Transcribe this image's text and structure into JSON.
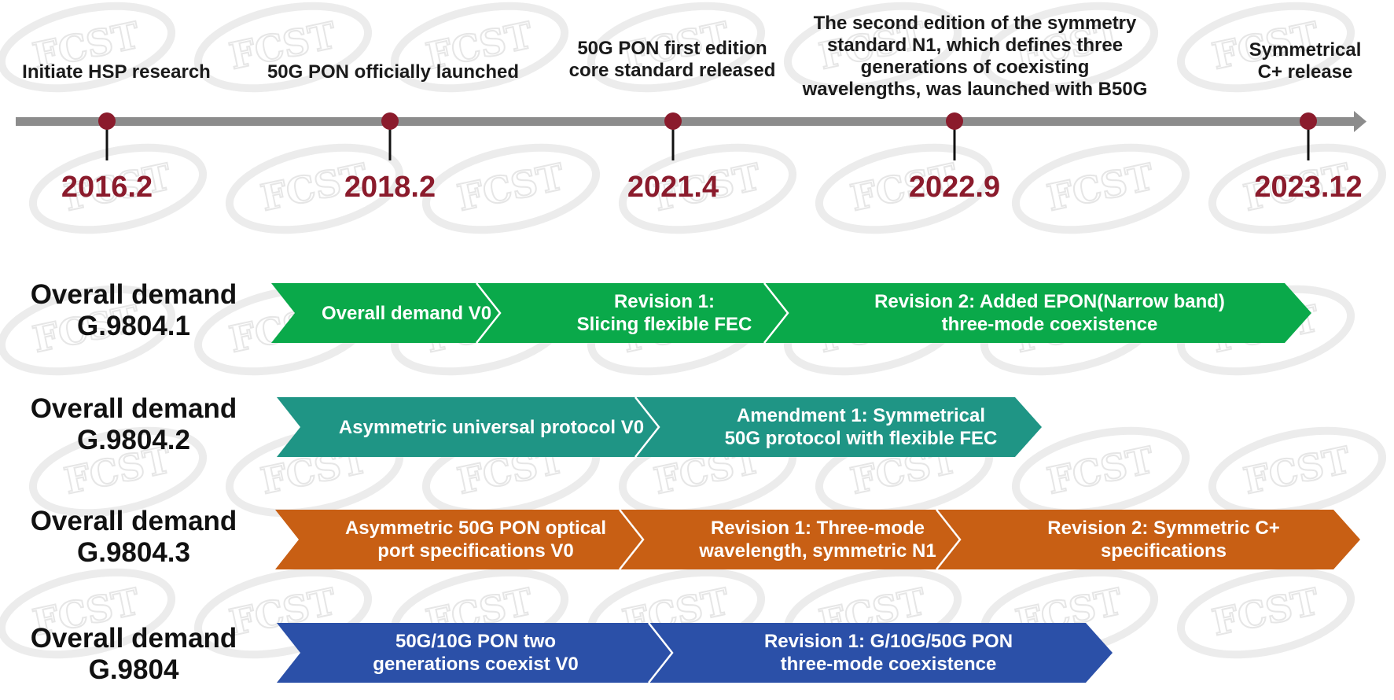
{
  "timeline": {
    "events": [
      {
        "year": "2016.2",
        "label": "Initiate HSP research"
      },
      {
        "year": "2018.2",
        "label": "50G PON officially launched"
      },
      {
        "year": "2021.4",
        "label": "50G PON first edition\ncore standard released"
      },
      {
        "year": "2022.9",
        "label": "The second edition of the symmetry\nstandard N1, which defines three\ngenerations of coexisting\nwavelengths, was launched with B50G"
      },
      {
        "year": "2023.12",
        "label": "Symmetrical\nC+ release"
      }
    ]
  },
  "rows": [
    {
      "title_line1": "Overall demand",
      "title_line2": "G.9804.1",
      "color": "#0aa94a",
      "segments": [
        "Overall demand V0",
        "Revision 1:\nSlicing flexible FEC",
        "Revision 2: Added EPON(Narrow band)\nthree-mode coexistence"
      ]
    },
    {
      "title_line1": "Overall demand",
      "title_line2": "G.9804.2",
      "color": "#1f9585",
      "segments": [
        "Asymmetric universal protocol V0",
        "Amendment 1: Symmetrical\n50G protocol with flexible FEC"
      ]
    },
    {
      "title_line1": "Overall demand",
      "title_line2": "G.9804.3",
      "color": "#c85f14",
      "segments": [
        "Asymmetric 50G PON optical\nport specifications V0",
        "Revision 1: Three-mode\nwavelength, symmetric N1",
        "Revision 2: Symmetric C+\nspecifications"
      ]
    },
    {
      "title_line1": "Overall demand",
      "title_line2": "G.9804",
      "color": "#2b50a8",
      "segments": [
        "50G/10G PON two\ngenerations coexist V0",
        "Revision 1: G/10G/50G PON\nthree-mode coexistence"
      ]
    }
  ],
  "watermark": "FCST",
  "colors": {
    "axis": "#8c8c8c",
    "milestone": "#8b1b2c"
  }
}
